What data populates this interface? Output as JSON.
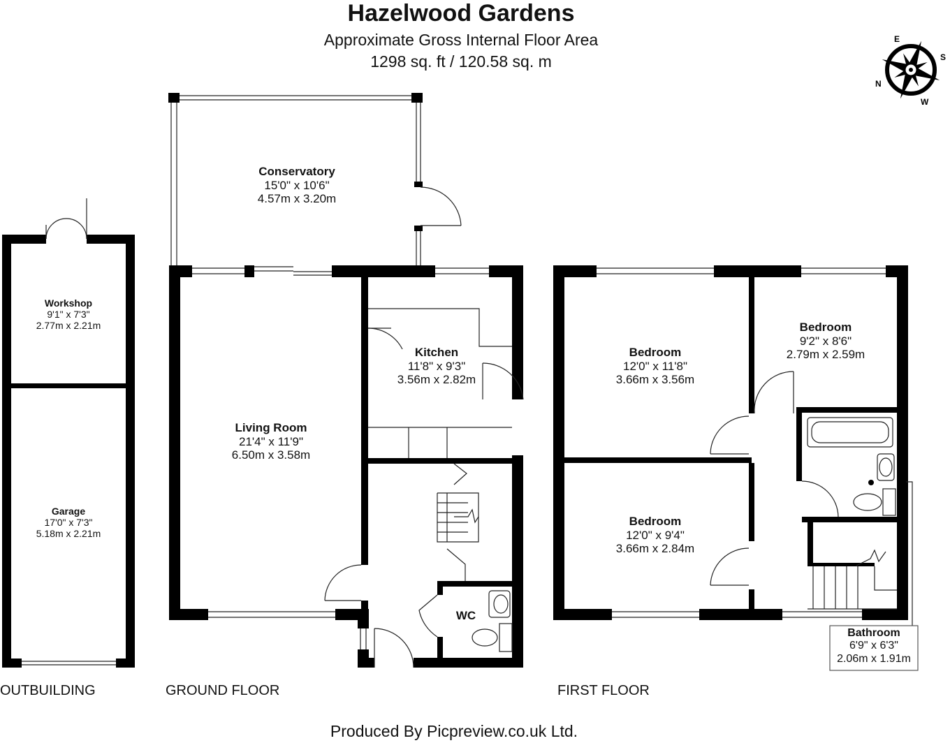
{
  "header": {
    "title": "Hazelwood Gardens",
    "subtitle": "Approximate Gross Internal Floor Area",
    "area": "1298 sq. ft / 120.58 sq. m"
  },
  "floors": {
    "outbuilding": "OUTBUILDING",
    "ground": "GROUND FLOOR",
    "first": "FIRST FLOOR"
  },
  "rooms": {
    "workshop": {
      "name": "Workshop",
      "imperial": "9'1\" x 7'3\"",
      "metric": "2.77m x 2.21m"
    },
    "garage": {
      "name": "Garage",
      "imperial": "17'0\" x 7'3\"",
      "metric": "5.18m x 2.21m"
    },
    "conservatory": {
      "name": "Conservatory",
      "imperial": "15'0\" x 10'6\"",
      "metric": "4.57m x 3.20m"
    },
    "living": {
      "name": "Living Room",
      "imperial": "21'4\" x 11'9\"",
      "metric": "6.50m x 3.58m"
    },
    "kitchen": {
      "name": "Kitchen",
      "imperial": "11'8\" x 9'3\"",
      "metric": "3.56m x 2.82m"
    },
    "wc": {
      "name": "WC"
    },
    "bedroom1": {
      "name": "Bedroom",
      "imperial": "12'0\" x 11'8\"",
      "metric": "3.66m x 3.56m"
    },
    "bedroom2": {
      "name": "Bedroom",
      "imperial": "9'2\" x 8'6\"",
      "metric": "2.79m x 2.59m"
    },
    "bedroom3": {
      "name": "Bedroom",
      "imperial": "12'0\" x 9'4\"",
      "metric": "3.66m x 2.84m"
    },
    "bathroom": {
      "name": "Bathroom",
      "imperial": "6'9\" x 6'3\"",
      "metric": "2.06m x 1.91m"
    }
  },
  "compass": {
    "n": "N",
    "e": "E",
    "s": "S",
    "w": "W"
  },
  "footer": {
    "credit": "Produced By Picpreview.co.uk Ltd."
  },
  "colors": {
    "wall": "#000000",
    "background": "#ffffff",
    "fixture": "#333333"
  }
}
